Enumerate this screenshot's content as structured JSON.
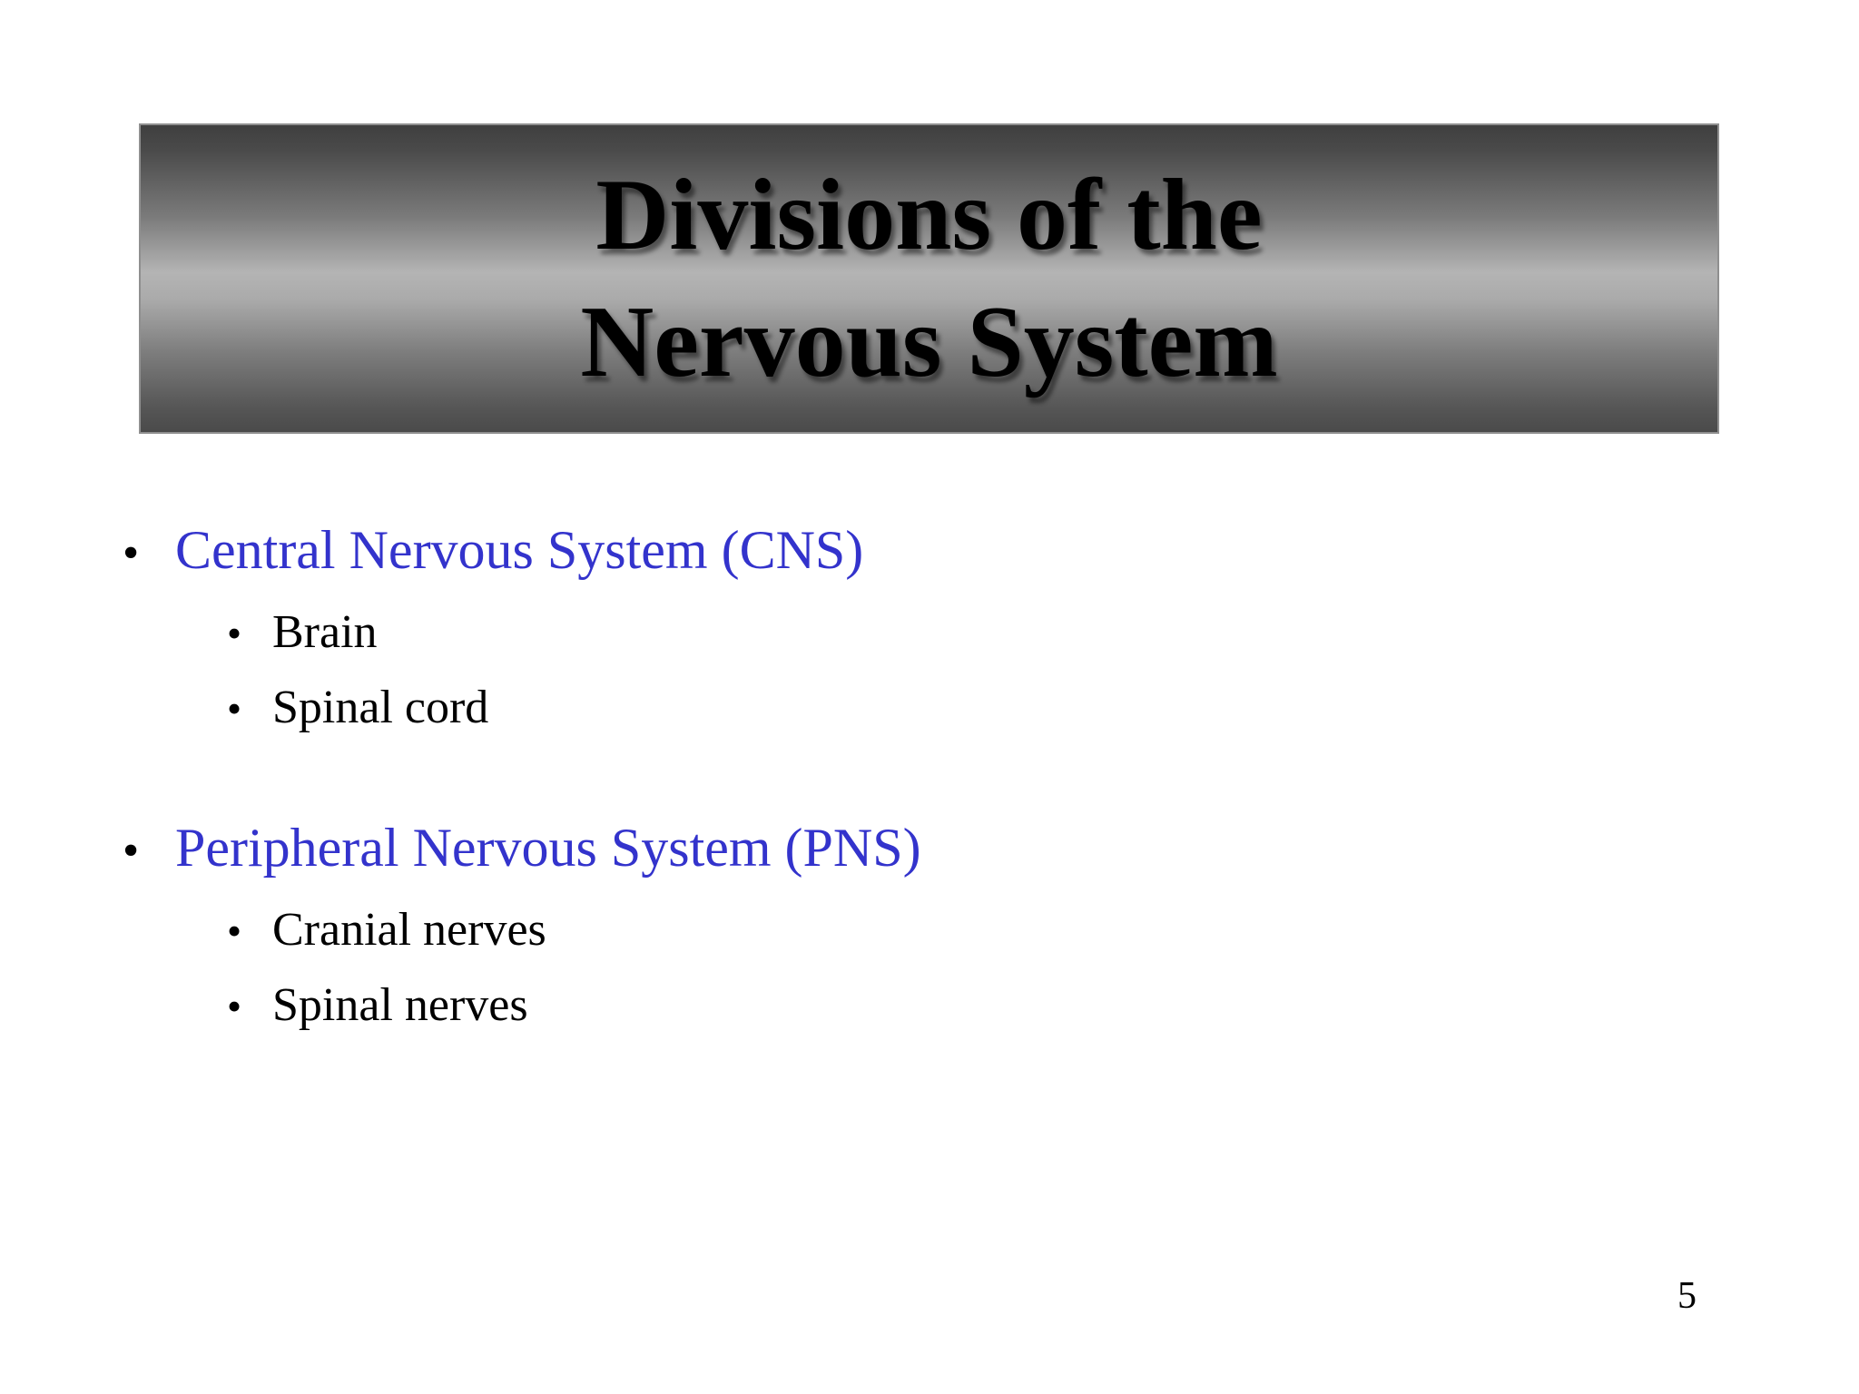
{
  "slide": {
    "title_line1": "Divisions of the",
    "title_line2": "Nervous System",
    "bullet_char": "•",
    "page_number": "5",
    "bullets": [
      {
        "label": "Central Nervous System (CNS)",
        "children": [
          "Brain",
          "Spinal cord"
        ]
      },
      {
        "label": "Peripheral Nervous System (PNS)",
        "children": [
          "Cranial nerves",
          "Spinal nerves"
        ]
      }
    ],
    "colors": {
      "background": "#FFFFFF",
      "title_text": "#000000",
      "level1_text": "#3333CC",
      "level2_text": "#000000",
      "banner_gradient_top": "#3F3F3F",
      "banner_gradient_middle": "#B4B4B4",
      "banner_gradient_bottom": "#4A4A4A",
      "banner_border": "#8F8F8F"
    }
  }
}
